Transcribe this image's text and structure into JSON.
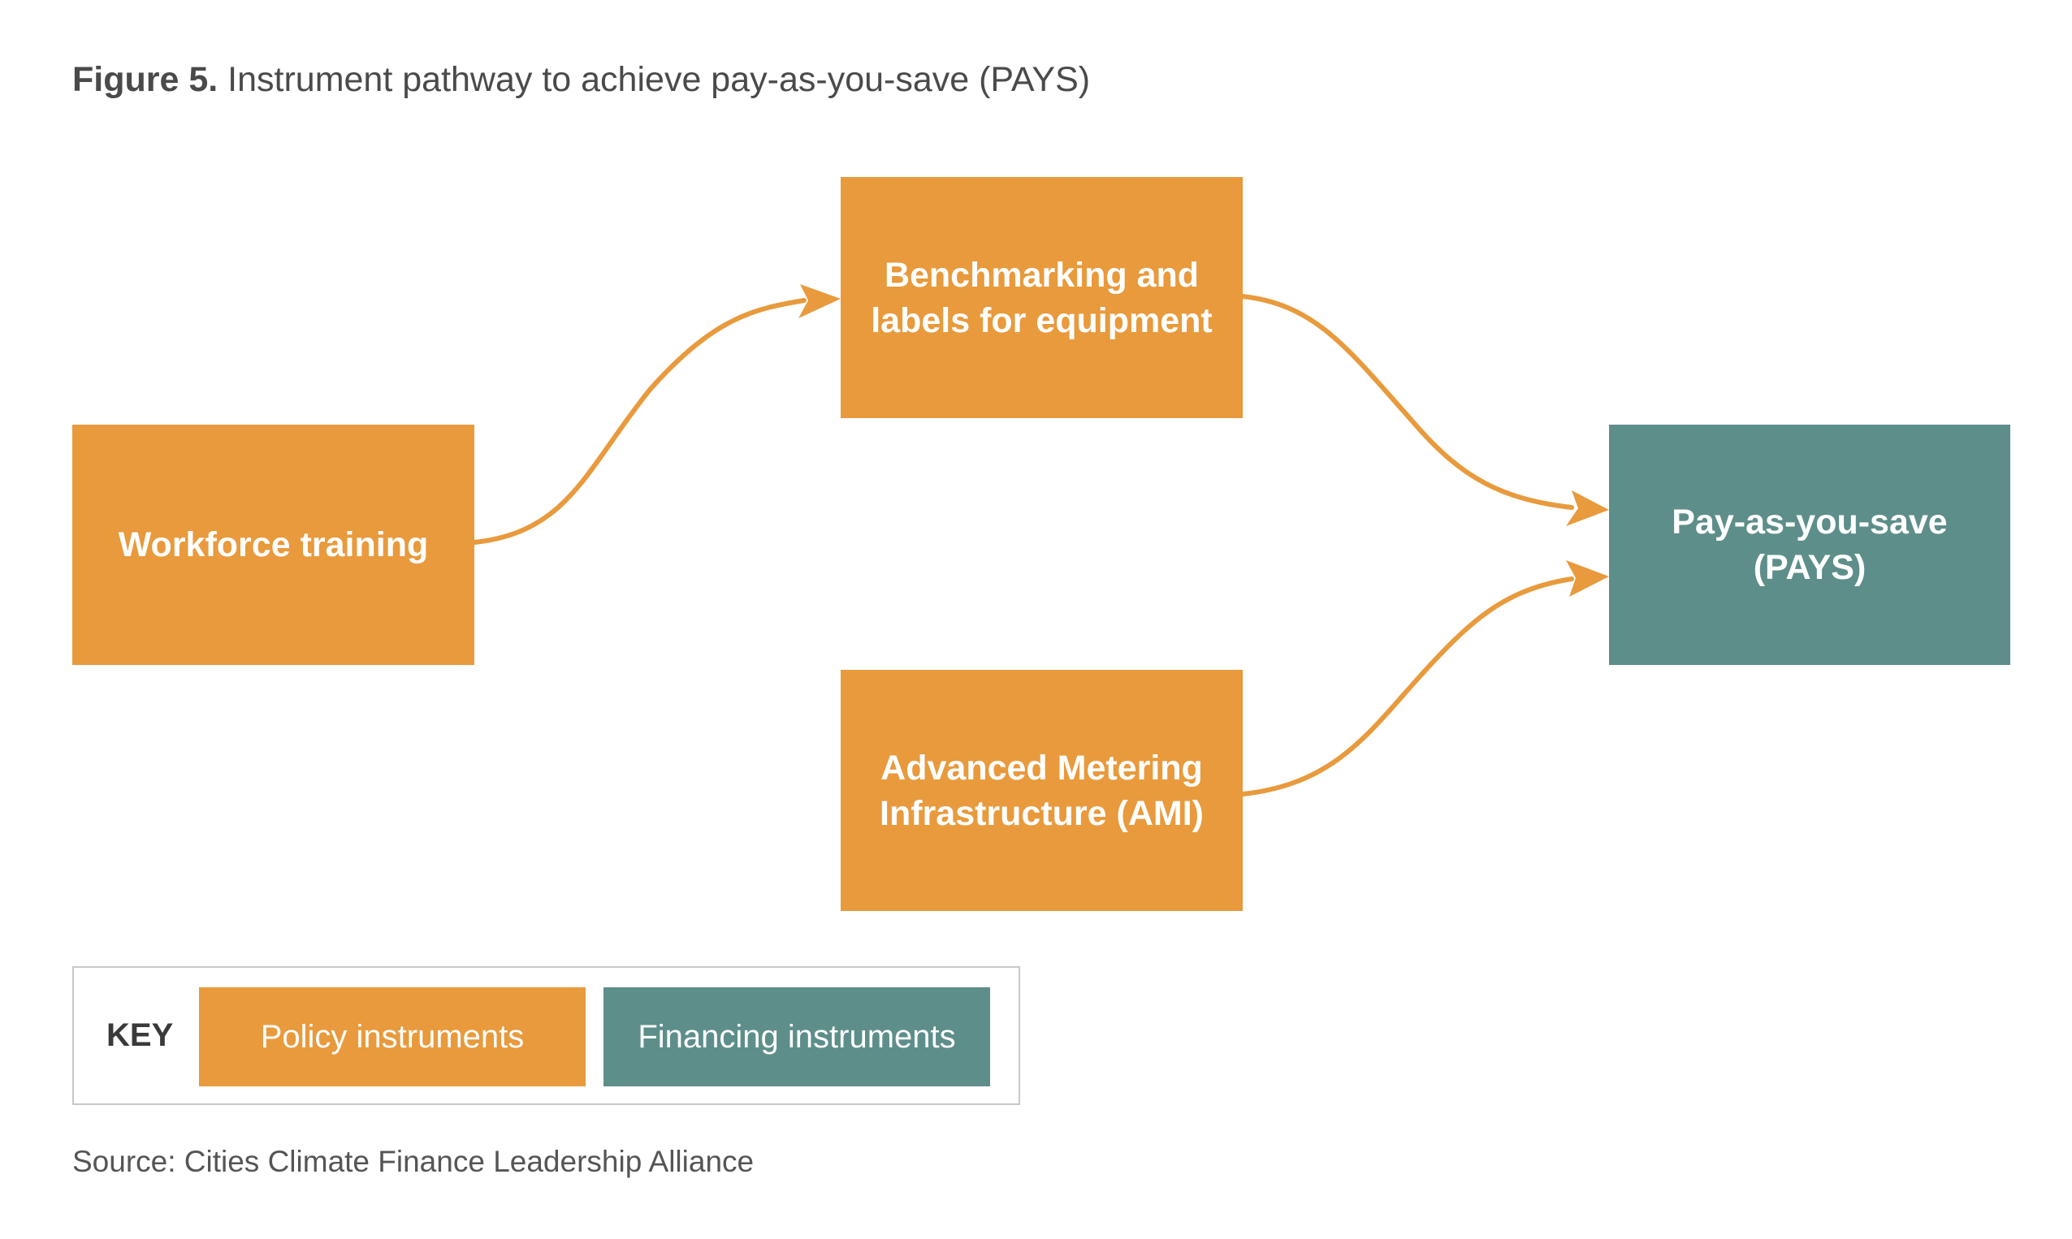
{
  "title": {
    "label": "Figure 5.",
    "text": " Instrument pathway to achieve pay-as-you-save (PAYS)"
  },
  "nodes": {
    "workforce": "Workforce training",
    "benchmarking": "Benchmarking and\nlabels for equipment",
    "ami": "Advanced Metering\nInfrastructure (AMI)",
    "pays": "Pay-as-you-save\n(PAYS)"
  },
  "key": {
    "label": "KEY",
    "policy": "Policy instruments",
    "financing": "Financing instruments"
  },
  "source": "Source: Cities Climate Finance Leadership Alliance",
  "colors": {
    "policy": "#e89a3c",
    "financing": "#5d8e8a",
    "arrow": "#e89a3c"
  },
  "edges": [
    {
      "from": "Workforce training",
      "to": "Benchmarking and labels for equipment"
    },
    {
      "from": "Benchmarking and labels for equipment",
      "to": "Pay-as-you-save (PAYS)"
    },
    {
      "from": "Advanced Metering Infrastructure (AMI)",
      "to": "Pay-as-you-save (PAYS)"
    }
  ]
}
